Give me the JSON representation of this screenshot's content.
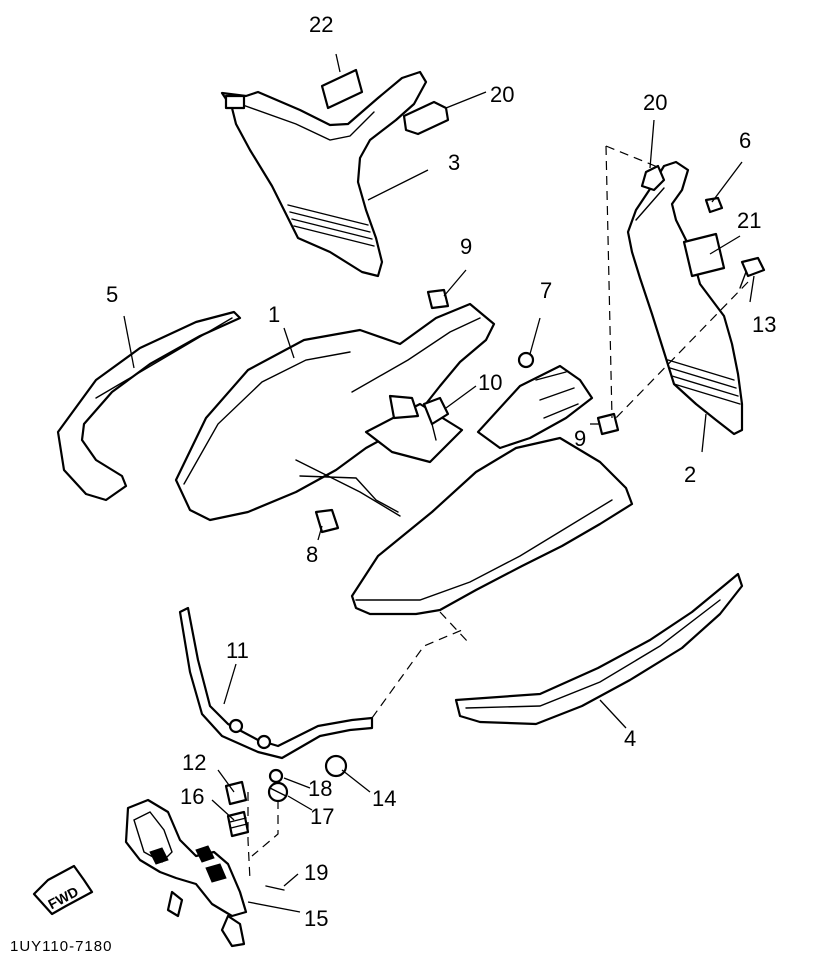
{
  "diagram": {
    "drawing_code": "1UY110-7180",
    "fwd_label": "FWD",
    "callouts": [
      {
        "id": "1",
        "label": "1"
      },
      {
        "id": "2",
        "label": "2"
      },
      {
        "id": "3",
        "label": "3"
      },
      {
        "id": "4",
        "label": "4"
      },
      {
        "id": "5",
        "label": "5"
      },
      {
        "id": "6",
        "label": "6"
      },
      {
        "id": "7",
        "label": "7"
      },
      {
        "id": "8",
        "label": "8"
      },
      {
        "id": "9a",
        "label": "9"
      },
      {
        "id": "9b",
        "label": "9"
      },
      {
        "id": "10",
        "label": "10"
      },
      {
        "id": "11",
        "label": "11"
      },
      {
        "id": "12",
        "label": "12"
      },
      {
        "id": "13",
        "label": "13"
      },
      {
        "id": "14",
        "label": "14"
      },
      {
        "id": "15",
        "label": "15"
      },
      {
        "id": "16",
        "label": "16"
      },
      {
        "id": "17",
        "label": "17"
      },
      {
        "id": "18",
        "label": "18"
      },
      {
        "id": "19",
        "label": "19"
      },
      {
        "id": "20a",
        "label": "20"
      },
      {
        "id": "20b",
        "label": "20"
      },
      {
        "id": "21",
        "label": "21"
      },
      {
        "id": "22",
        "label": "22"
      }
    ]
  }
}
